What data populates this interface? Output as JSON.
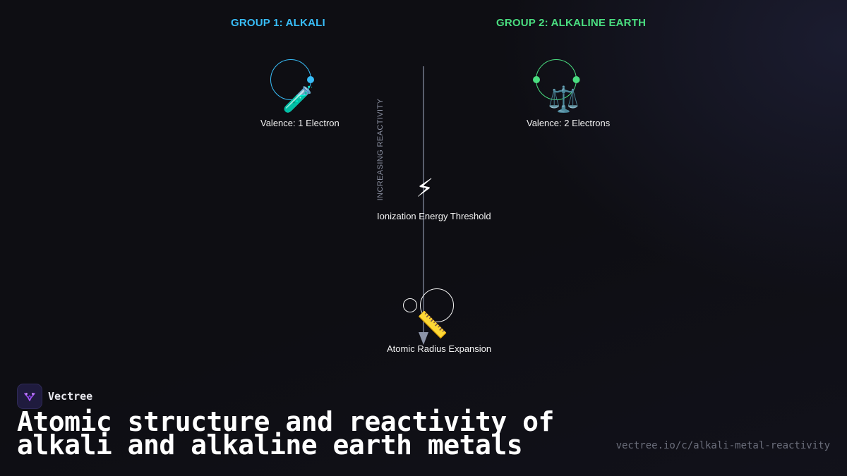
{
  "groups": {
    "alkali": {
      "title": "GROUP 1: ALKALI",
      "color": "#38bdf8",
      "valence_label": "Valence: 1 Electron",
      "icon": "test-tube-icon",
      "icon_glyph": "🧪"
    },
    "alkaline_earth": {
      "title": "GROUP 2: ALKALINE EARTH",
      "color": "#4ade80",
      "valence_label": "Valence: 2 Electrons",
      "icon": "balance-scale-icon",
      "icon_glyph": "⚖️"
    }
  },
  "axis": {
    "label": "INCREASING REACTIVITY",
    "color": "#8b93a7"
  },
  "nodes": {
    "ionization": {
      "label": "Ionization Energy Threshold",
      "icon": "lightning-icon",
      "icon_glyph": "⚡"
    },
    "radius": {
      "label": "Atomic Radius Expansion",
      "icon": "ruler-icon",
      "icon_glyph": "📏"
    }
  },
  "brand": {
    "name": "Vectree",
    "accent": "#a855f7"
  },
  "footer": {
    "title": "Atomic structure and reactivity of alkali and alkaline earth metals",
    "url": "vectree.io/c/alkali-metal-reactivity"
  }
}
